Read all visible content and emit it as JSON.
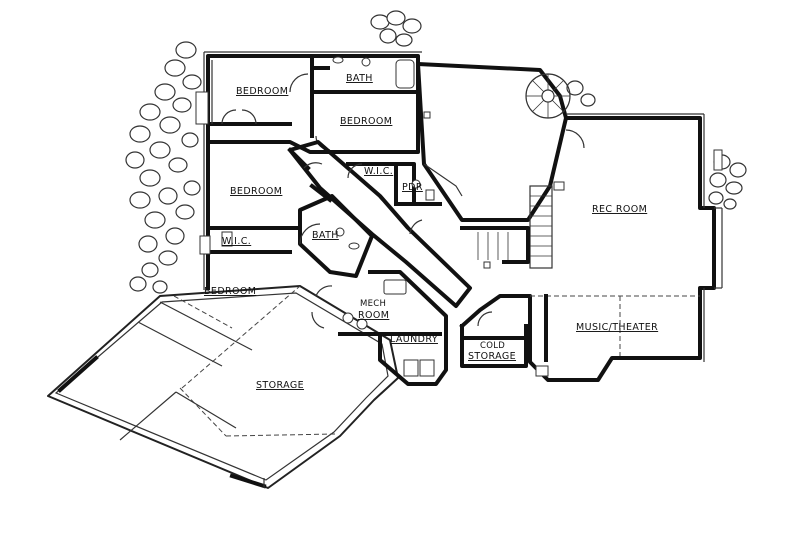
{
  "rooms": {
    "bedroom_nw": "BEDROOM",
    "bath_n": "BATH",
    "bedroom_n": "BEDROOM",
    "bedroom_w": "BEDROOM",
    "wic_center": "W.I.C.",
    "pdr": "PDR",
    "wic_west": "W.I.C.",
    "bath_center": "BATH",
    "bedroom_sw": "BEDROOM",
    "rec_room": "REC ROOM",
    "mech_line1": "MECH",
    "mech_line2": "ROOM",
    "laundry": "LAUNDRY",
    "cold_line1": "COLD",
    "cold_line2": "STORAGE",
    "music_theater": "MUSIC/THEATER",
    "storage": "STORAGE"
  }
}
